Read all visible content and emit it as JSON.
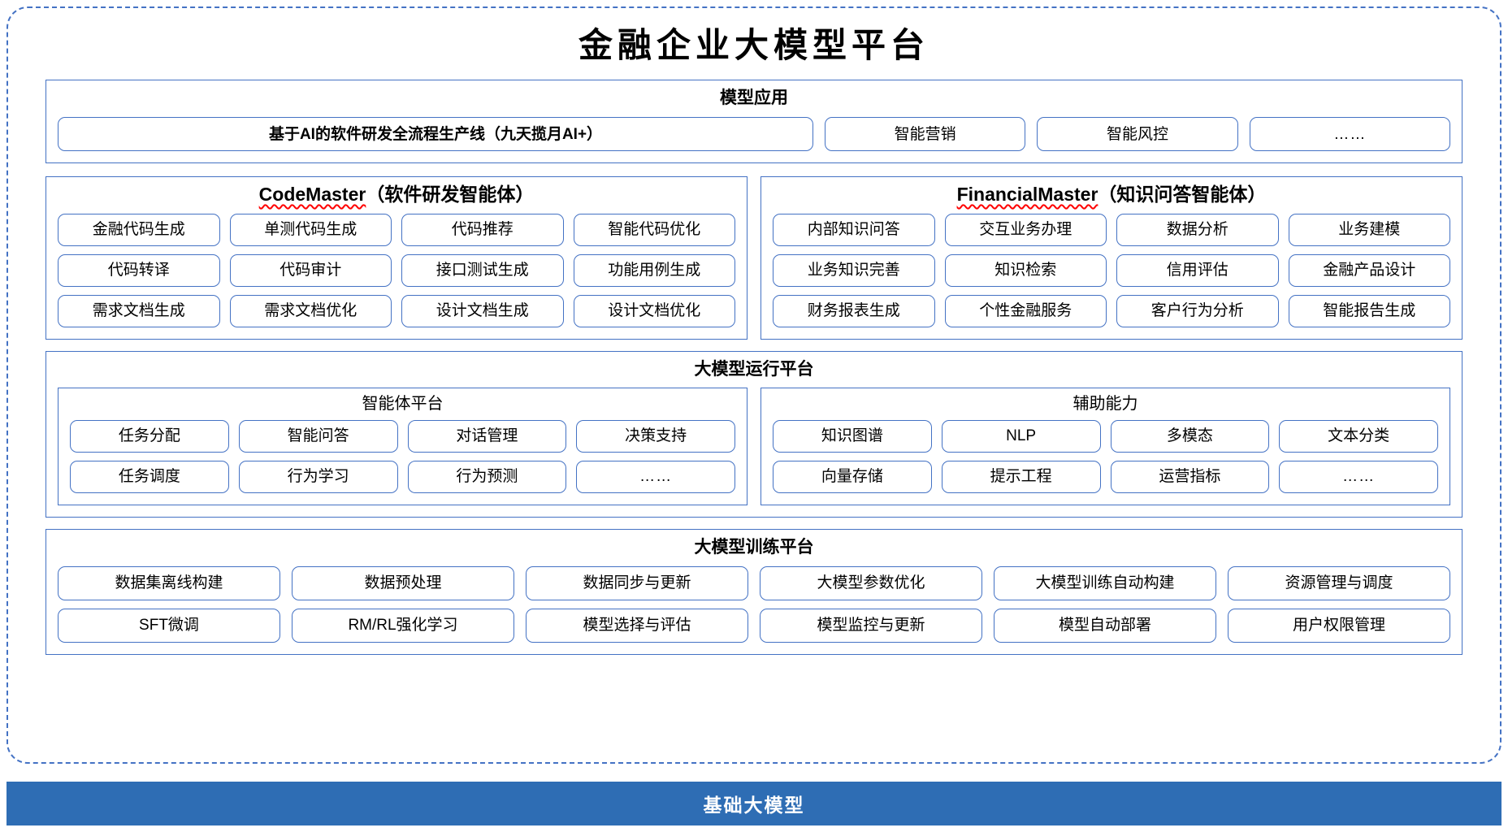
{
  "page": {
    "title": "金融企业大模型平台",
    "accent_color": "#4472c4",
    "base_bar_color": "#2e6db4",
    "spellcheck_underline_color": "#ff0000"
  },
  "model_applications": {
    "title": "模型应用",
    "primary": "基于AI的软件研发全流程生产线（九天揽月AI+）",
    "items": [
      "智能营销",
      "智能风控",
      "……"
    ]
  },
  "agents": [
    {
      "name": "CodeMaster",
      "suffix": "（软件研发智能体）",
      "items": [
        "金融代码生成",
        "单测代码生成",
        "代码推荐",
        "智能代码优化",
        "代码转译",
        "代码审计",
        "接口测试生成",
        "功能用例生成",
        "需求文档生成",
        "需求文档优化",
        "设计文档生成",
        "设计文档优化"
      ]
    },
    {
      "name": "FinancialMaster",
      "suffix": "（知识问答智能体）",
      "items": [
        "内部知识问答",
        "交互业务办理",
        "数据分析",
        "业务建模",
        "业务知识完善",
        "知识检索",
        "信用评估",
        "金融产品设计",
        "财务报表生成",
        "个性金融服务",
        "客户行为分析",
        "智能报告生成"
      ]
    }
  ],
  "runtime_platform": {
    "title": "大模型运行平台",
    "boxes": [
      {
        "title": "智能体平台",
        "items": [
          "任务分配",
          "智能问答",
          "对话管理",
          "决策支持",
          "任务调度",
          "行为学习",
          "行为预测",
          "……"
        ]
      },
      {
        "title": "辅助能力",
        "items": [
          "知识图谱",
          "NLP",
          "多模态",
          "文本分类",
          "向量存储",
          "提示工程",
          "运营指标",
          "……"
        ]
      }
    ]
  },
  "training_platform": {
    "title": "大模型训练平台",
    "items": [
      "数据集离线构建",
      "数据预处理",
      "数据同步与更新",
      "大模型参数优化",
      "大模型训练自动构建",
      "资源管理与调度",
      "SFT微调",
      "RM/RL强化学习",
      "模型选择与评估",
      "模型监控与更新",
      "模型自动部署",
      "用户权限管理"
    ]
  },
  "base_model": {
    "label": "基础大模型"
  }
}
